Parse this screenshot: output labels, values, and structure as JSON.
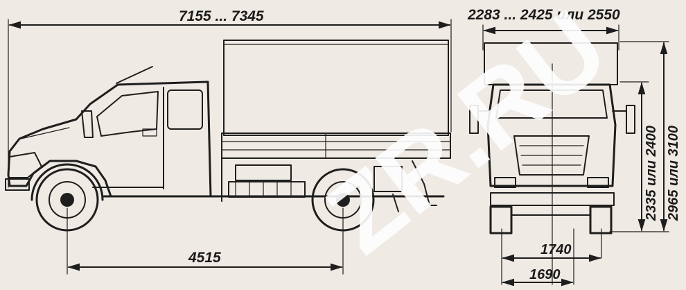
{
  "dimensions": {
    "overall_length": "7155 ... 7345",
    "overall_width": "2283 ... 2425 или 2550",
    "wheelbase": "4515",
    "front_track": "1740",
    "rear_track": "1690",
    "cab_height": "2335 или 2400",
    "tent_height": "2965 или 3100"
  },
  "watermark": "ZR.RU",
  "colors": {
    "background": "#efeae3",
    "line": "#1e1e1e",
    "tent_fill": "#e3ddd5",
    "watermark": "#ffffff"
  }
}
